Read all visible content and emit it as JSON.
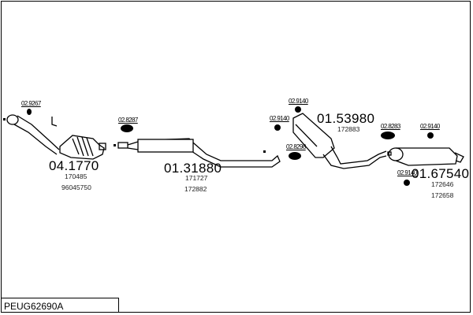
{
  "diagram_code": "PEUG62690A",
  "parts": [
    {
      "number": "04.1770",
      "refs": [
        "170485",
        "96045750"
      ]
    },
    {
      "number": "01.31880",
      "refs": [
        "171727",
        "172882"
      ]
    },
    {
      "number": "01.53980",
      "refs": [
        "172883"
      ]
    },
    {
      "number": "01.67540",
      "refs": [
        "172646",
        "172658"
      ]
    }
  ],
  "fittings": [
    "02.9267",
    "02.8287",
    "02.9140",
    "02.9140",
    "02.8298",
    "02.8283",
    "02.9140",
    "02.9140"
  ]
}
